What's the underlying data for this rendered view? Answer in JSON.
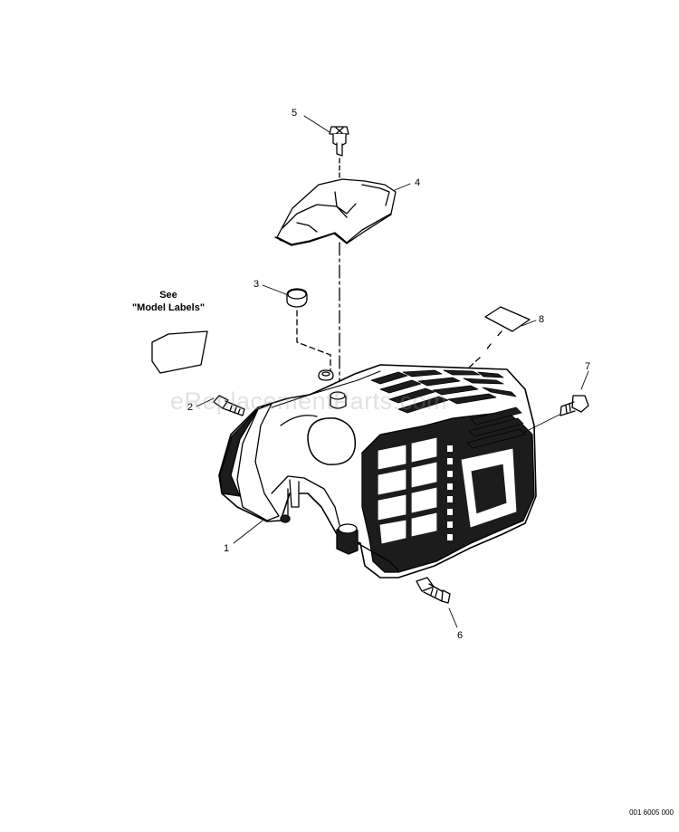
{
  "callouts": {
    "c1": "1",
    "c2": "2",
    "c3": "3",
    "c4": "4",
    "c5": "5",
    "c6": "6",
    "c7": "7",
    "c8": "8"
  },
  "note": {
    "line1": "See",
    "line2": "\"Model Labels\""
  },
  "watermark": "eReplacementParts.com",
  "drawing_number": "001 6005 000",
  "colors": {
    "line": "#000000",
    "dark_fill": "#1c1c1c",
    "light_fill": "#ffffff"
  }
}
